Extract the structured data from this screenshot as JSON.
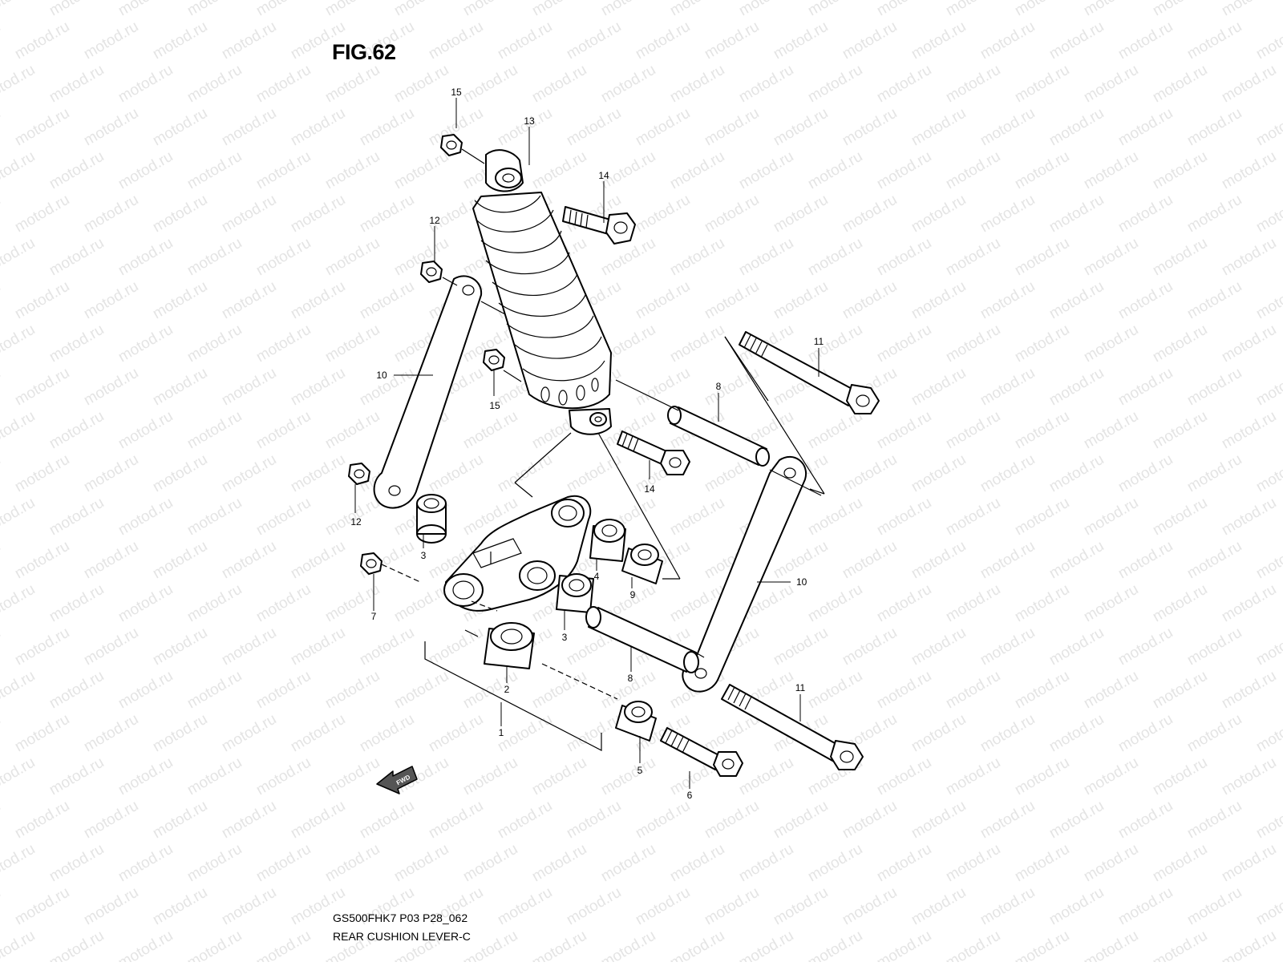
{
  "figure": {
    "title": "FIG.62",
    "model_code": "GS500FHK7 P03 P28_062",
    "name": "REAR CUSHION LEVER-C",
    "watermark": "motod.ru",
    "direction_arrow": "FWD"
  },
  "callouts": [
    {
      "id": "c15a",
      "text": "15"
    },
    {
      "id": "c13",
      "text": "13"
    },
    {
      "id": "c14a",
      "text": "14"
    },
    {
      "id": "c12a",
      "text": "12"
    },
    {
      "id": "c15b",
      "text": "15"
    },
    {
      "id": "c10a",
      "text": "10"
    },
    {
      "id": "c11a",
      "text": "11"
    },
    {
      "id": "c8a",
      "text": "8"
    },
    {
      "id": "c14b",
      "text": "14"
    },
    {
      "id": "c12b",
      "text": "12"
    },
    {
      "id": "c3a",
      "text": "3"
    },
    {
      "id": "c4",
      "text": "4"
    },
    {
      "id": "c9",
      "text": "9"
    },
    {
      "id": "c10b",
      "text": "10"
    },
    {
      "id": "c7",
      "text": "7"
    },
    {
      "id": "c3b",
      "text": "3"
    },
    {
      "id": "c8b",
      "text": "8"
    },
    {
      "id": "c2",
      "text": "2"
    },
    {
      "id": "c11b",
      "text": "11"
    },
    {
      "id": "c1",
      "text": "1"
    },
    {
      "id": "c5",
      "text": "5"
    },
    {
      "id": "c6",
      "text": "6"
    }
  ]
}
